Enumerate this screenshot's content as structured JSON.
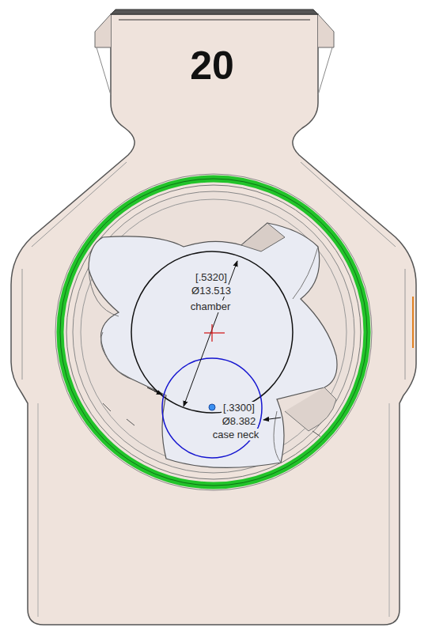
{
  "diagram": {
    "labels": [
      "20",
      "[.5320]",
      "Ø13.513",
      "chamber",
      "[.3300]",
      "Ø8.382",
      "case neck"
    ]
  }
}
